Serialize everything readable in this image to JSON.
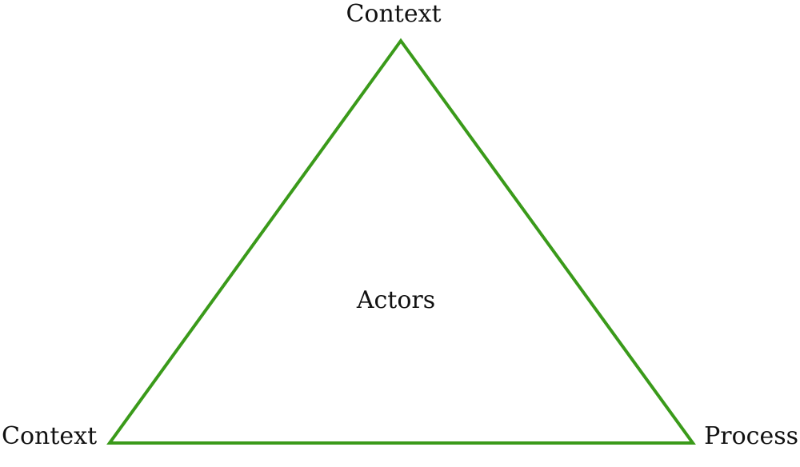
{
  "diagram": {
    "top_vertex_label": "Context",
    "center_label": "Actors",
    "bottom_left_vertex_label": "Context",
    "bottom_right_vertex_label": "Process",
    "triangle_stroke_color": "#3a9a1a"
  }
}
